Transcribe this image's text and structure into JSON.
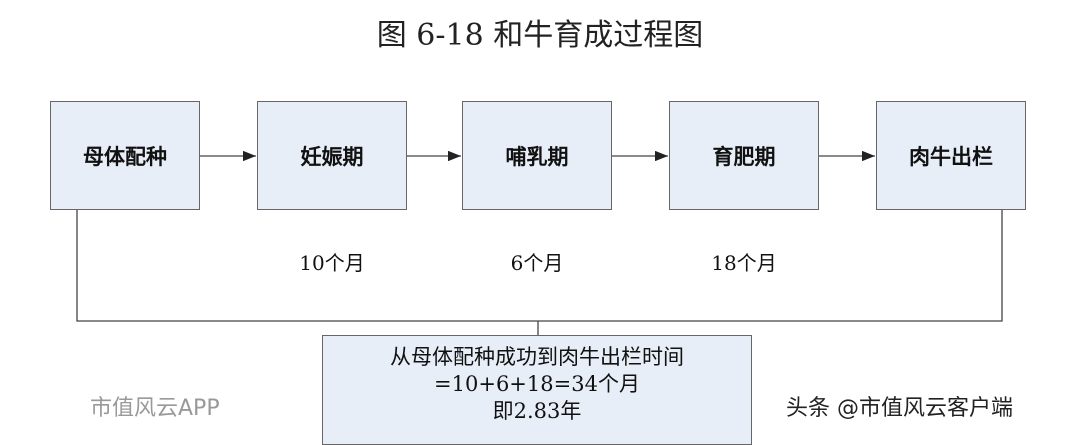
{
  "title": "图 6-18  和牛育成过程图",
  "stages": [
    "母体配种",
    "妊娠期",
    "哺乳期",
    "育肥期",
    "肉牛出栏"
  ],
  "durations": [
    "10个月",
    "6个月",
    "18个月"
  ],
  "summary": {
    "line1": "从母体配种成功到肉牛出栏时间",
    "line2": "=10+6+18=34个月",
    "line3": "即2.83年"
  },
  "watermarks": {
    "weibo": "市值风云APP",
    "toutiao": "头条 @市值风云客户端"
  },
  "colors": {
    "box_fill": "#e8eef8",
    "border": "#666666"
  }
}
